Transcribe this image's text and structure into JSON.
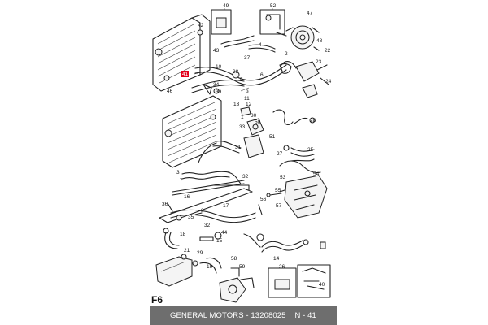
{
  "diagram": {
    "section": "F6",
    "footer": {
      "brand": "GENERAL MOTORS",
      "separator": " - ",
      "part_number": "13208025",
      "page": "N - 41"
    },
    "highlight_color": "#e3001b",
    "highlighted_callout": "41",
    "callouts": [
      "49",
      "52",
      "47",
      "48",
      "42",
      "4",
      "43",
      "10",
      "37",
      "2",
      "22",
      "23",
      "41",
      "46",
      "38",
      "5",
      "6",
      "24",
      "34",
      "39",
      "9",
      "12",
      "11",
      "13",
      "30",
      "50",
      "28",
      "1",
      "33",
      "51",
      "31",
      "27",
      "25",
      "3",
      "32",
      "54",
      "7",
      "53",
      "55",
      "56",
      "36",
      "16",
      "57",
      "17",
      "8",
      "35",
      "32b",
      "18",
      "44",
      "15",
      "29",
      "58",
      "59",
      "19",
      "21",
      "14",
      "26",
      "40"
    ]
  }
}
